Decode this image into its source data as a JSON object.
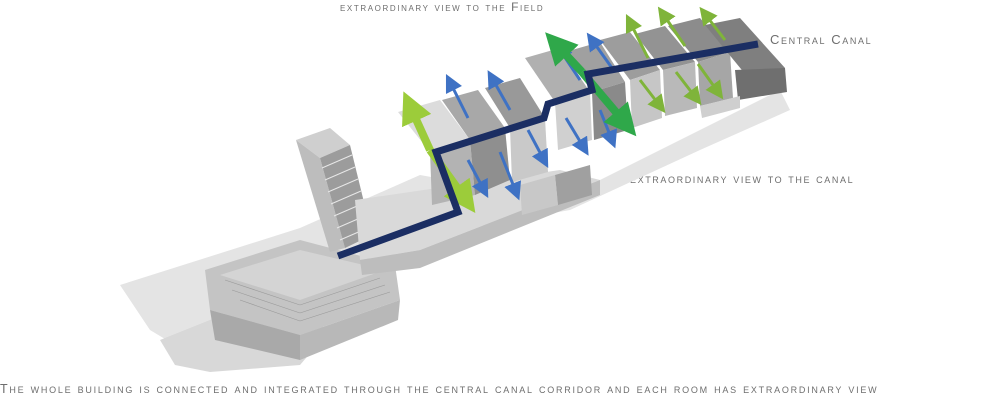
{
  "labels": {
    "view_field": "extraordinary view to the Field",
    "central_canal": "Central Canal",
    "view_canal": "extraordinary view to the canal",
    "caption": "The whole building is connected and integrated through the central canal  corridor and each room has  extraordinary view"
  },
  "colors": {
    "corridor": "#1b2e63",
    "view_arrow_blue": "#3f72c4",
    "view_arrow_green": "#7fb43a",
    "big_arrow_green": "#2fa84a",
    "building_light": "#e2e2e2",
    "building_mid": "#c2c2c2",
    "building_dark": "#8e8e8e",
    "text": "#6e6e6e"
  }
}
